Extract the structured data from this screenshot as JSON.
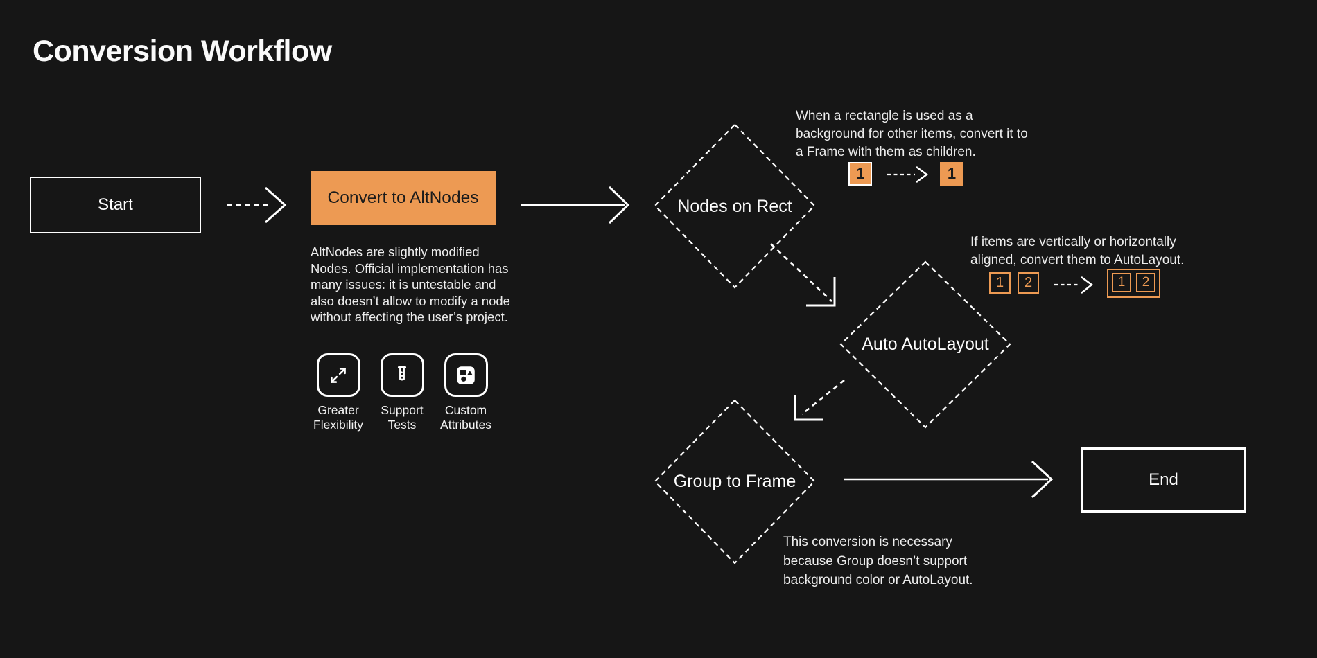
{
  "title": "Conversion Workflow",
  "colors": {
    "background": "#161616",
    "accent_orange": "#ED9A53",
    "stroke_white": "#FFFFFF",
    "dark_text": "#1B1B1B"
  },
  "nodes": {
    "start": {
      "label": "Start",
      "shape": "rectangle"
    },
    "convert": {
      "label": "Convert to AltNodes",
      "shape": "rectangle-filled"
    },
    "nodes_on_rect": {
      "label": "Nodes on Rect",
      "shape": "diamond-dashed"
    },
    "auto_autolayout": {
      "label": "Auto AutoLayout",
      "shape": "diamond-dashed"
    },
    "group_to_frame": {
      "label": "Group to Frame",
      "shape": "diamond-dashed"
    },
    "end": {
      "label": "End",
      "shape": "rectangle"
    }
  },
  "notes": {
    "altnodes": "AltNodes are slightly modified Nodes. Official implementation has many issues: it is untestable and also doesn’t allow to modify a node without affecting the user’s project.",
    "rect_to_frame": "When a rectangle is used as a background for other items, convert it to a Frame with them as children.",
    "autolayout": "If items are vertically or horizontally aligned, convert them to AutoLayout.",
    "group_frame": "This conversion is necessary because Group doesn’t support background color or AutoLayout."
  },
  "features": [
    {
      "icon": "expand-arrows-icon",
      "label": "Greater Flexibility"
    },
    {
      "icon": "test-tube-icon",
      "label": "Support Tests"
    },
    {
      "icon": "shapes-icon",
      "label": "Custom Attributes"
    }
  ],
  "illustrations": {
    "rect_demo": {
      "before": "1",
      "after": "1"
    },
    "autolayout_demo": {
      "before": [
        "1",
        "2"
      ],
      "after": [
        "1",
        "2"
      ]
    }
  }
}
